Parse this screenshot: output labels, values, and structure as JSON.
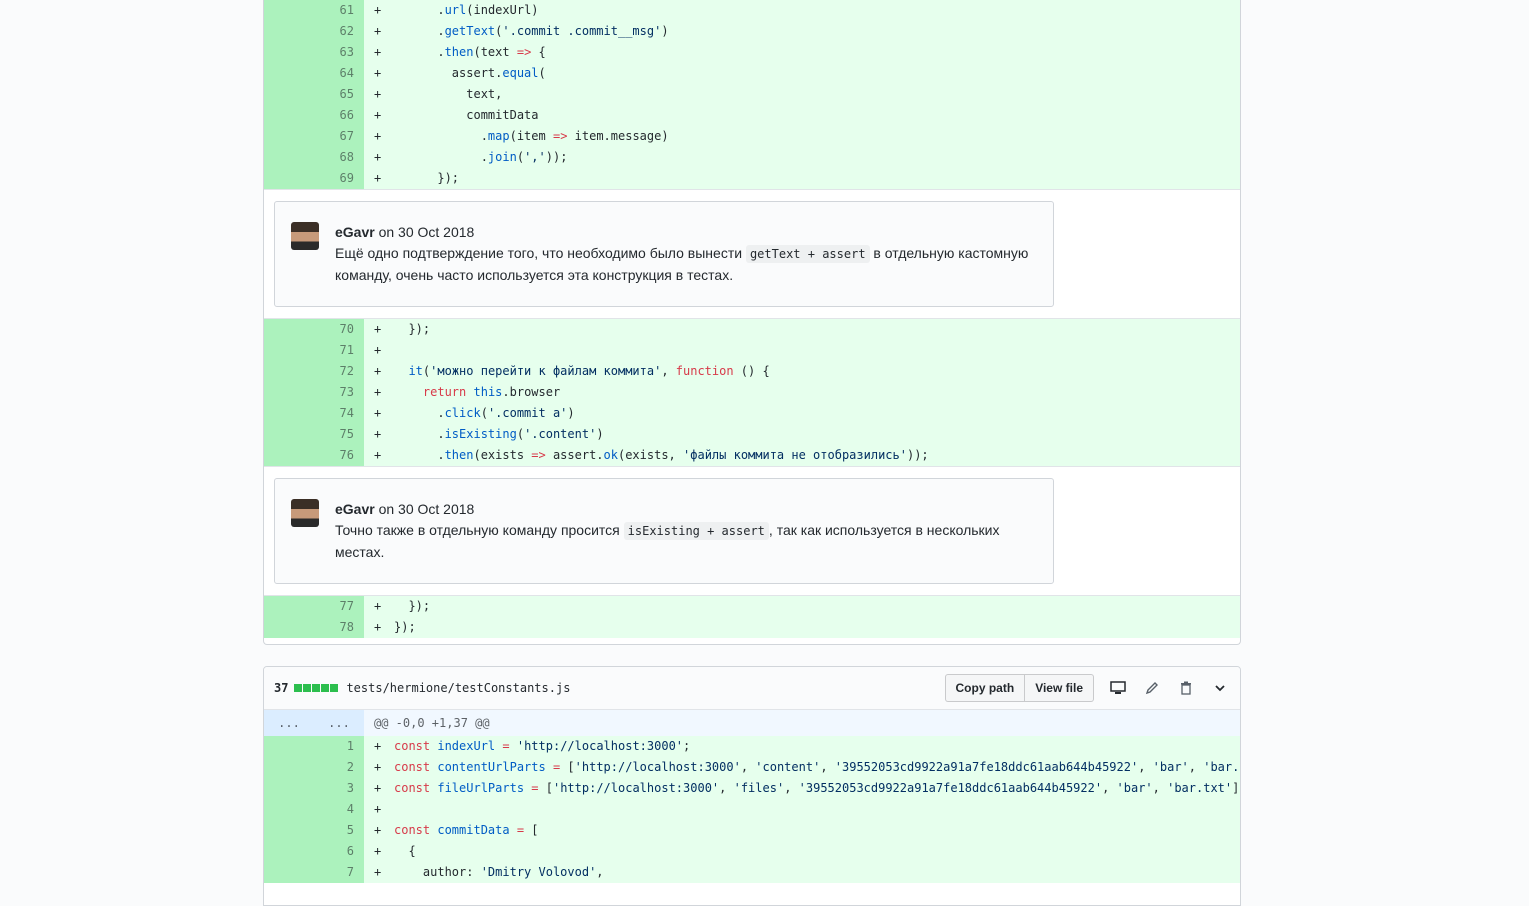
{
  "file1": {
    "hunk_a": [
      {
        "n": "61",
        "code": "      .url(indexUrl)"
      },
      {
        "n": "62",
        "code": "      .getText('.commit .commit__msg')"
      },
      {
        "n": "63",
        "code": "      .then(text => {"
      },
      {
        "n": "64",
        "code": "        assert.equal("
      },
      {
        "n": "65",
        "code": "          text,"
      },
      {
        "n": "66",
        "code": "          commitData"
      },
      {
        "n": "67",
        "code": "            .map(item => item.message)"
      },
      {
        "n": "68",
        "code": "            .join(','));"
      },
      {
        "n": "69",
        "code": "      });"
      }
    ],
    "comment1": {
      "author": "eGavr",
      "meta": "on 30 Oct 2018",
      "text_before": "Ещё одно подтверждение того, что необходимо было вынести ",
      "code": "getText + assert",
      "text_after": " в отдельную кастомную команду, очень часто используется эта конструкция в тестах."
    },
    "hunk_b": [
      {
        "n": "70",
        "code": "  });"
      },
      {
        "n": "71",
        "code": ""
      },
      {
        "n": "72",
        "code": "  it('можно перейти к файлам коммита', function () {"
      },
      {
        "n": "73",
        "code": "    return this.browser"
      },
      {
        "n": "74",
        "code": "      .click('.commit a')"
      },
      {
        "n": "75",
        "code": "      .isExisting('.content')"
      },
      {
        "n": "76",
        "code": "      .then(exists => assert.ok(exists, 'файлы коммита не отобразились'));"
      }
    ],
    "comment2": {
      "author": "eGavr",
      "meta": "on 30 Oct 2018",
      "text_before": "Точно также в отдельную команду просится ",
      "code": "isExisting + assert",
      "text_after": ", так как используется в нескольких местах."
    },
    "hunk_c": [
      {
        "n": "77",
        "code": "  });"
      },
      {
        "n": "78",
        "code": "});"
      }
    ]
  },
  "file2": {
    "count": "37",
    "path": "tests/hermione/testConstants.js",
    "copy_path": "Copy path",
    "view_file": "View file",
    "expand_up": "...",
    "expand_down": "...",
    "hunk_header": "@@ -0,0 +1,37 @@",
    "lines": [
      {
        "n": "1",
        "code": "const indexUrl = 'http://localhost:3000';"
      },
      {
        "n": "2",
        "code": "const contentUrlParts = ['http://localhost:3000', 'content', '39552053cd9922a91a7fe18ddc61aab644b45922', 'bar', 'bar.txt'];"
      },
      {
        "n": "3",
        "code": "const fileUrlParts = ['http://localhost:3000', 'files', '39552053cd9922a91a7fe18ddc61aab644b45922', 'bar', 'bar.txt'];"
      },
      {
        "n": "4",
        "code": ""
      },
      {
        "n": "5",
        "code": "const commitData = ["
      },
      {
        "n": "6",
        "code": "  {"
      },
      {
        "n": "7",
        "code": "    author: 'Dmitry Volovod',"
      }
    ]
  }
}
